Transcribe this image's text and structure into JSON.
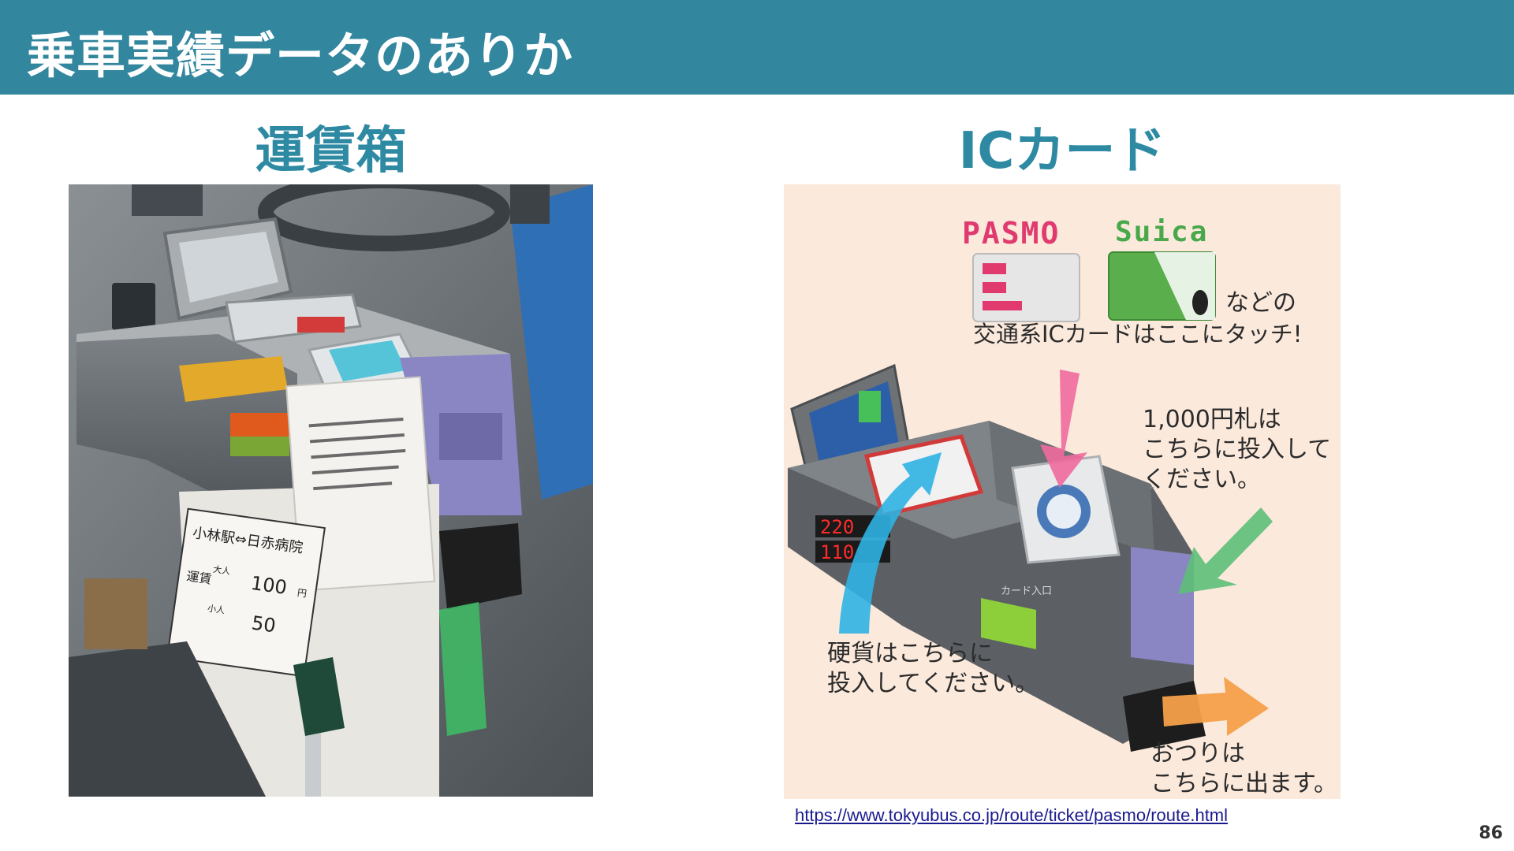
{
  "slide": {
    "title": "乗車実績データのありか",
    "page_number": "86"
  },
  "left": {
    "heading": "運賃箱",
    "photo": {
      "sign_route": "小林駅⇔日赤病院",
      "sign_fare_label": "運賃",
      "sign_adult_label": "大人",
      "sign_adult_fare": "100",
      "sign_child_label": "小人",
      "sign_child_fare": "50",
      "sign_yen": "円"
    }
  },
  "right": {
    "heading": "ICカード",
    "illustration": {
      "pasmo_logo": "PASMO",
      "suica_logo": "Suica",
      "touch_line1": "などの",
      "touch_line2": "交通系ICカードはここにタッチ!",
      "bill_line1": "1,000円札は",
      "bill_line2": "こちらに投入して",
      "bill_line3": "ください。",
      "coin_line1": "硬貨はこちらに",
      "coin_line2": "投入してください。",
      "change_line1": "おつりは",
      "change_line2": "こちらに出ます。",
      "display_top": "220",
      "display_bottom": "110",
      "card_slot_label": "カード入口"
    },
    "source_url": "https://www.tokyubus.co.jp/route/ticket/pasmo/route.html"
  },
  "colors": {
    "header_bg": "#32869e",
    "heading_text": "#2e8aa3",
    "arrow_pink": "#f06a9e",
    "arrow_green": "#5cbf78",
    "arrow_blue": "#2fb3e3",
    "arrow_orange": "#f5a04a"
  }
}
